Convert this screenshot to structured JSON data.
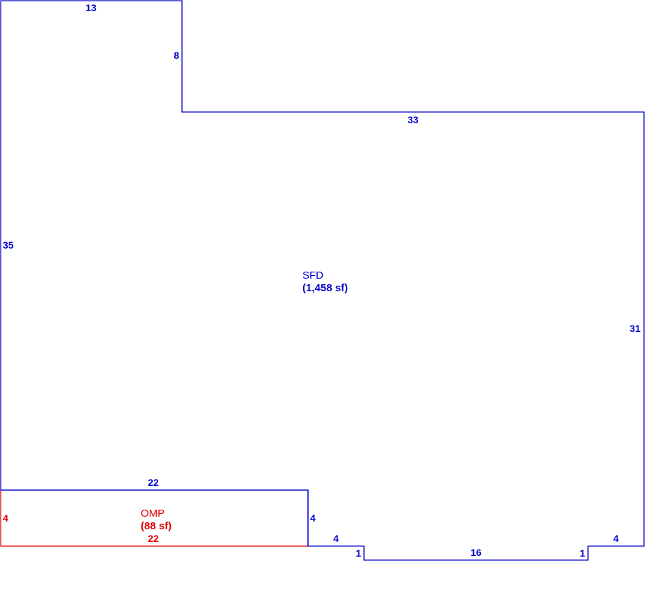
{
  "colors": {
    "main": "#0000cc",
    "porch": "#dd0000"
  },
  "areas": {
    "sfd": {
      "name": "SFD",
      "size": "(1,458 sf)"
    },
    "omp": {
      "name": "OMP",
      "size": "(88 sf)"
    }
  },
  "dimensions": {
    "top": "13",
    "upper_step": "8",
    "upper_right_top": "33",
    "left": "35",
    "right": "31",
    "porch_top": "22",
    "porch_left": "4",
    "porch_bottom": "22",
    "porch_right": "4",
    "bottom_left_run": "4",
    "left_jog": "1",
    "bottom_middle": "16",
    "right_jog": "1",
    "bottom_right_run": "4"
  }
}
